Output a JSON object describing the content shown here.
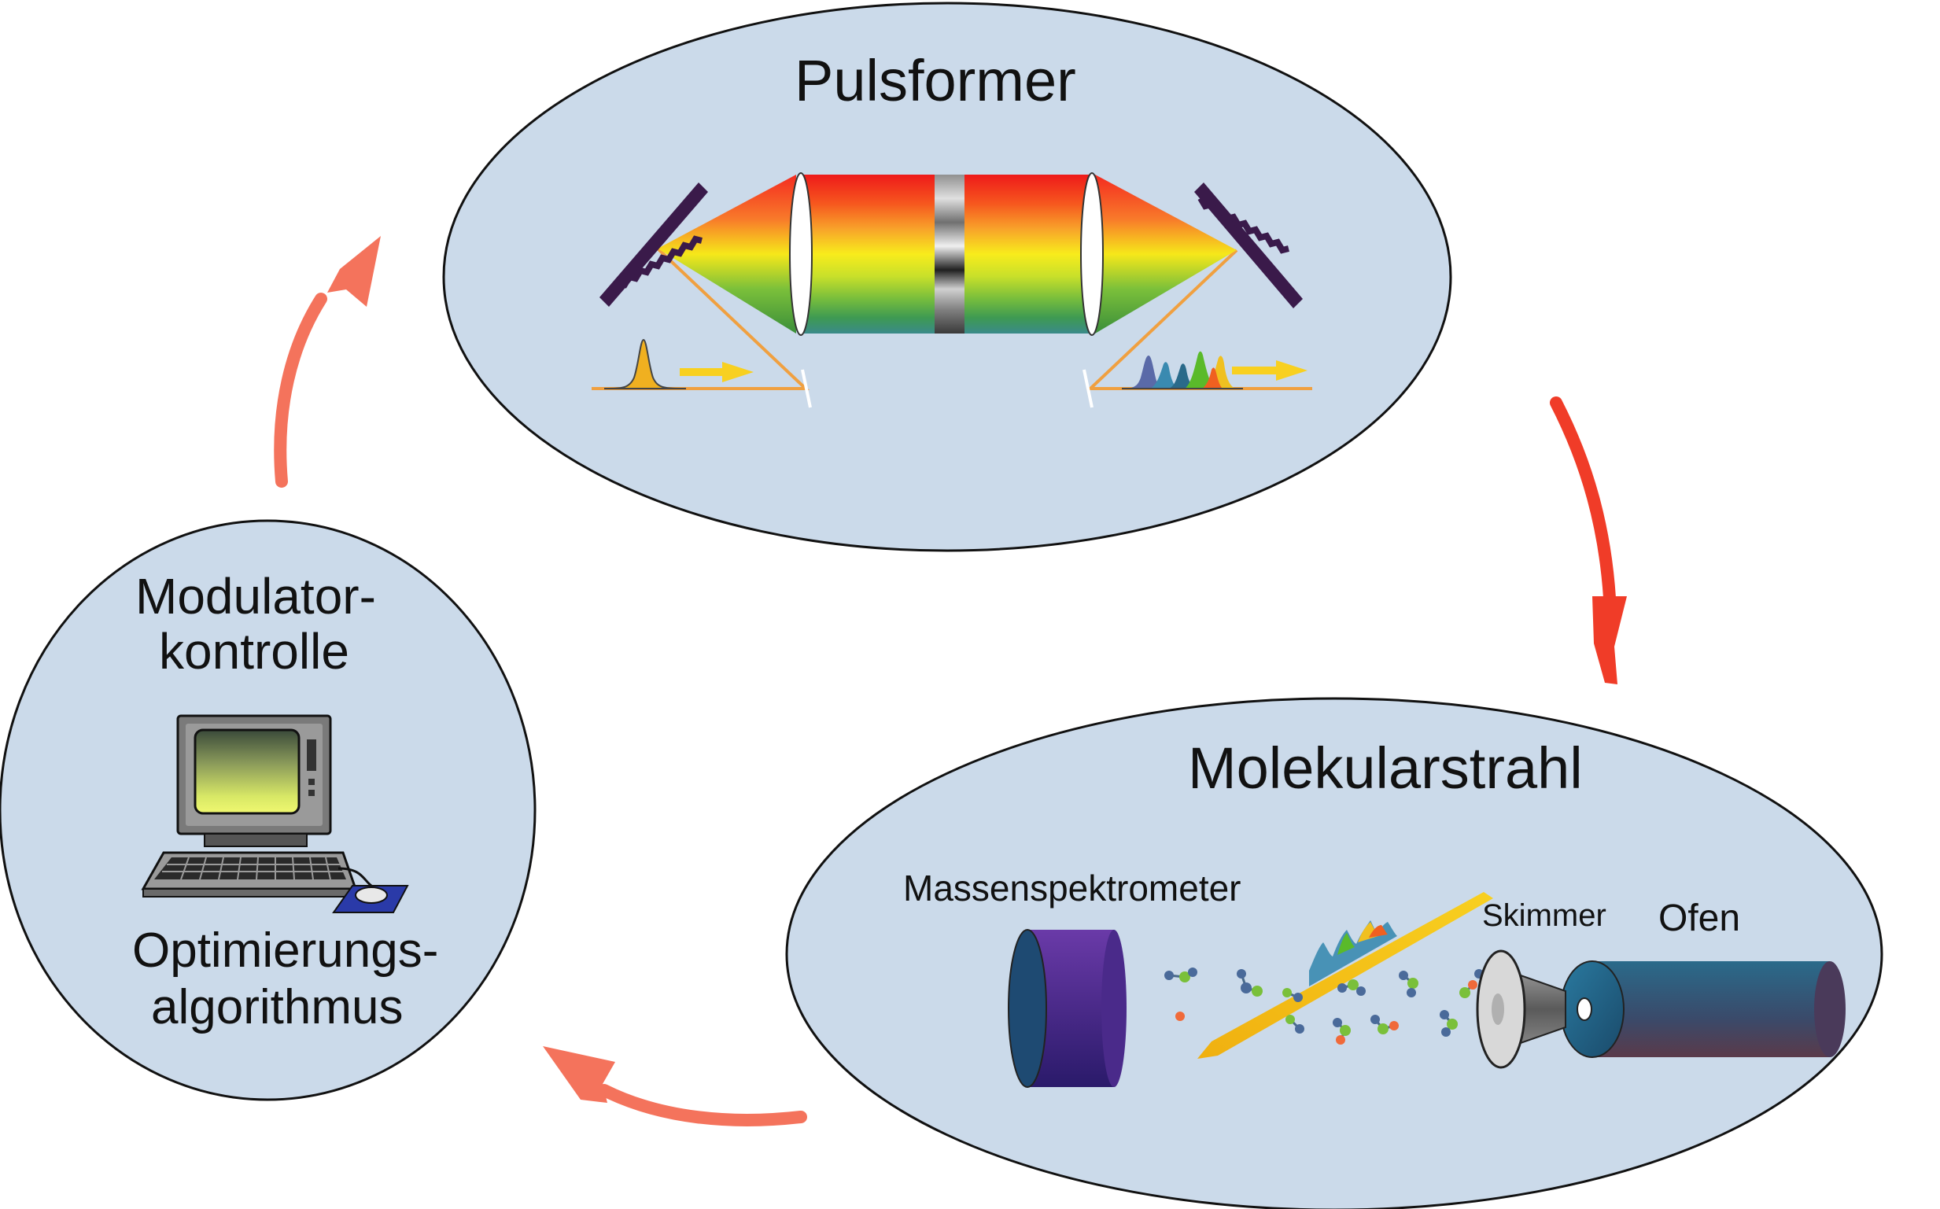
{
  "diagram": {
    "nodes": [
      {
        "id": "pulsformer",
        "title": "Pulsformer"
      },
      {
        "id": "molekularstrahl",
        "title": "Molekularstrahl",
        "components": {
          "detector": "Massenspektrometer",
          "skimmer": "Skimmer",
          "oven": "Ofen"
        }
      },
      {
        "id": "modulator",
        "title_line1": "Modulator-",
        "title_line2": "kontrolle",
        "subtitle_line1": "Optimierungs-",
        "subtitle_line2": "algorithmus"
      }
    ],
    "edges": [
      {
        "from": "pulsformer",
        "to": "molekularstrahl"
      },
      {
        "from": "molekularstrahl",
        "to": "modulator"
      },
      {
        "from": "modulator",
        "to": "pulsformer"
      }
    ]
  },
  "colors": {
    "node_fill": "#cbdaea",
    "arrow_strong": "#f03c28",
    "arrow_soft": "#f4735c",
    "optical_path": "#f0a040",
    "grating": "#3a1a4a"
  },
  "icons": {
    "grating": "diffraction-grating-icon",
    "lens": "lens-icon",
    "modulator": "spatial-light-modulator-icon",
    "computer": "computer-icon",
    "detector": "mass-spectrometer-icon",
    "skimmer": "skimmer-icon",
    "oven": "oven-icon"
  }
}
